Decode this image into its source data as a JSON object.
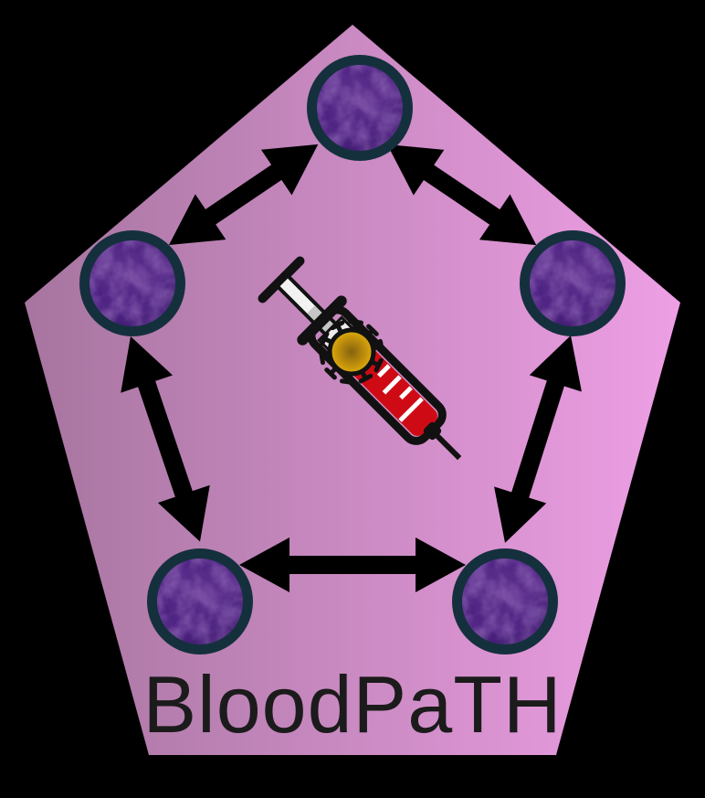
{
  "logo": {
    "title": "BloodPaTH",
    "title_color": "#1b1b1b",
    "background_color": "#000000",
    "pentagon": {
      "gradient_left": "#a6759f",
      "gradient_right": "#ee9fe5"
    },
    "cells": {
      "count": 5,
      "ring_color": "#14303d",
      "body_color": "#4a2080",
      "highlight_color": "#60348f",
      "shadow_color": "#3a1a66",
      "icon_name": "infected-cell-icon"
    },
    "arrows": {
      "count": 5,
      "style": "double-headed",
      "color": "#000000",
      "icon_name": "double-arrow-icon"
    },
    "syringe": {
      "icon_name": "syringe-icon",
      "liquid_color": "#ce0b15",
      "outline_color": "#111111"
    },
    "virus": {
      "icon_name": "virus-icon",
      "center_color": "#86620f",
      "mid_color": "#c3920c",
      "edge_color": "#f2c00e"
    }
  }
}
